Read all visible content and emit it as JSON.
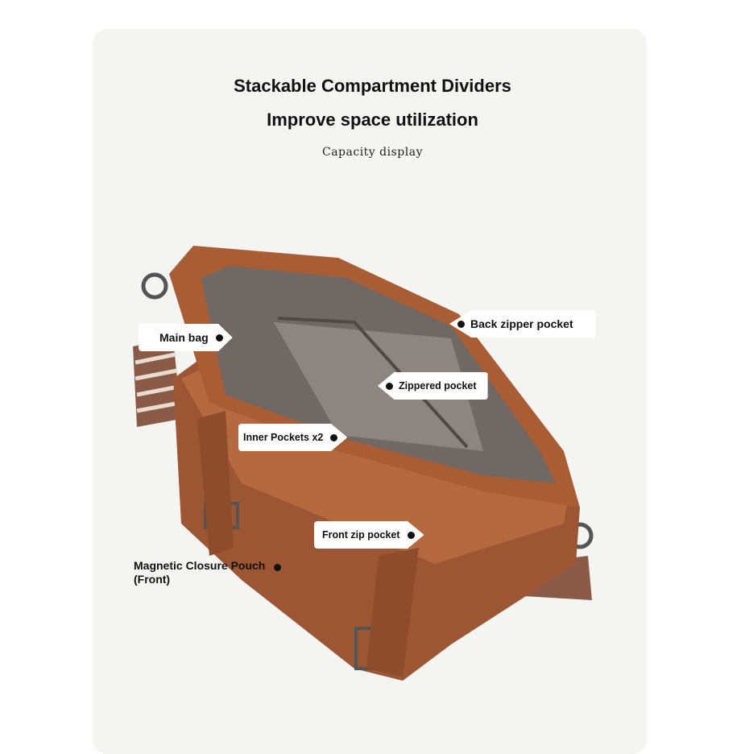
{
  "header": {
    "title": "Stackable Compartment Dividers",
    "subtitle": "Improve space utilization",
    "caption": "Capacity display"
  },
  "labels": {
    "main_bag": "Main bag",
    "back_zipper_pocket": "Back zipper pocket",
    "zippered_pocket": "Zippered pocket",
    "inner_pockets": "Inner Pockets x2",
    "front_zip_pocket": "Front zip pocket",
    "magnetic_line1": "Magnetic Closure Pouch",
    "magnetic_line2": "(Front)"
  },
  "colors": {
    "leather": "#a0522d",
    "lining": "#7d7773",
    "panel": "#f4f4f3"
  }
}
